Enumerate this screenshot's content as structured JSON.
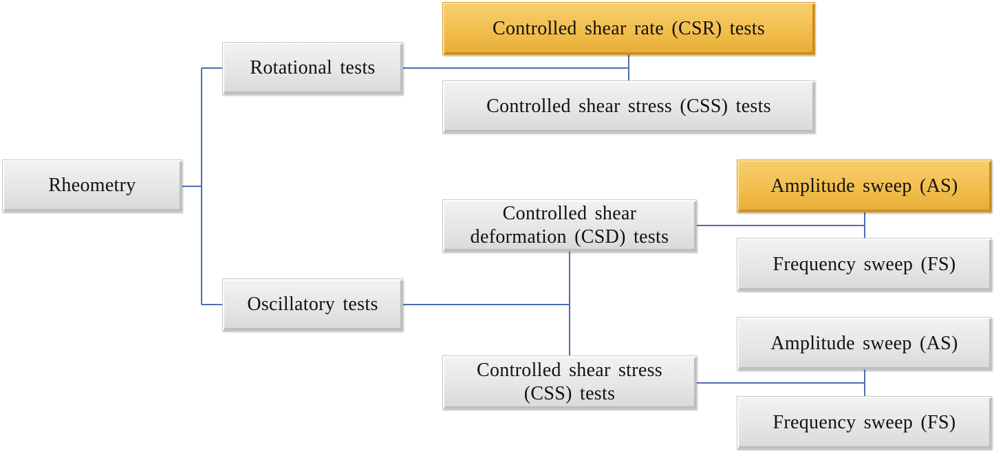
{
  "diagram": {
    "root": {
      "label": "Rheometry"
    },
    "rotational": {
      "label": "Rotational tests"
    },
    "csr": {
      "label": "Controlled shear rate (CSR) tests"
    },
    "css_rot": {
      "label": "Controlled shear stress (CSS) tests"
    },
    "oscillatory": {
      "label": "Oscillatory tests"
    },
    "csd": {
      "line1": "Controlled shear",
      "line2": "deformation (CSD) tests"
    },
    "css_osc": {
      "line1": "Controlled shear stress",
      "line2": "(CSS) tests"
    },
    "csd_as": {
      "label": "Amplitude sweep (AS)"
    },
    "csd_fs": {
      "label": "Frequency sweep (FS)"
    },
    "css_as": {
      "label": "Amplitude sweep (AS)"
    },
    "css_fs": {
      "label": "Frequency sweep (FS)"
    }
  },
  "colors": {
    "connector": "#4a6fae",
    "highlight": "#f1bc4a",
    "box": "#e6e6e6"
  }
}
